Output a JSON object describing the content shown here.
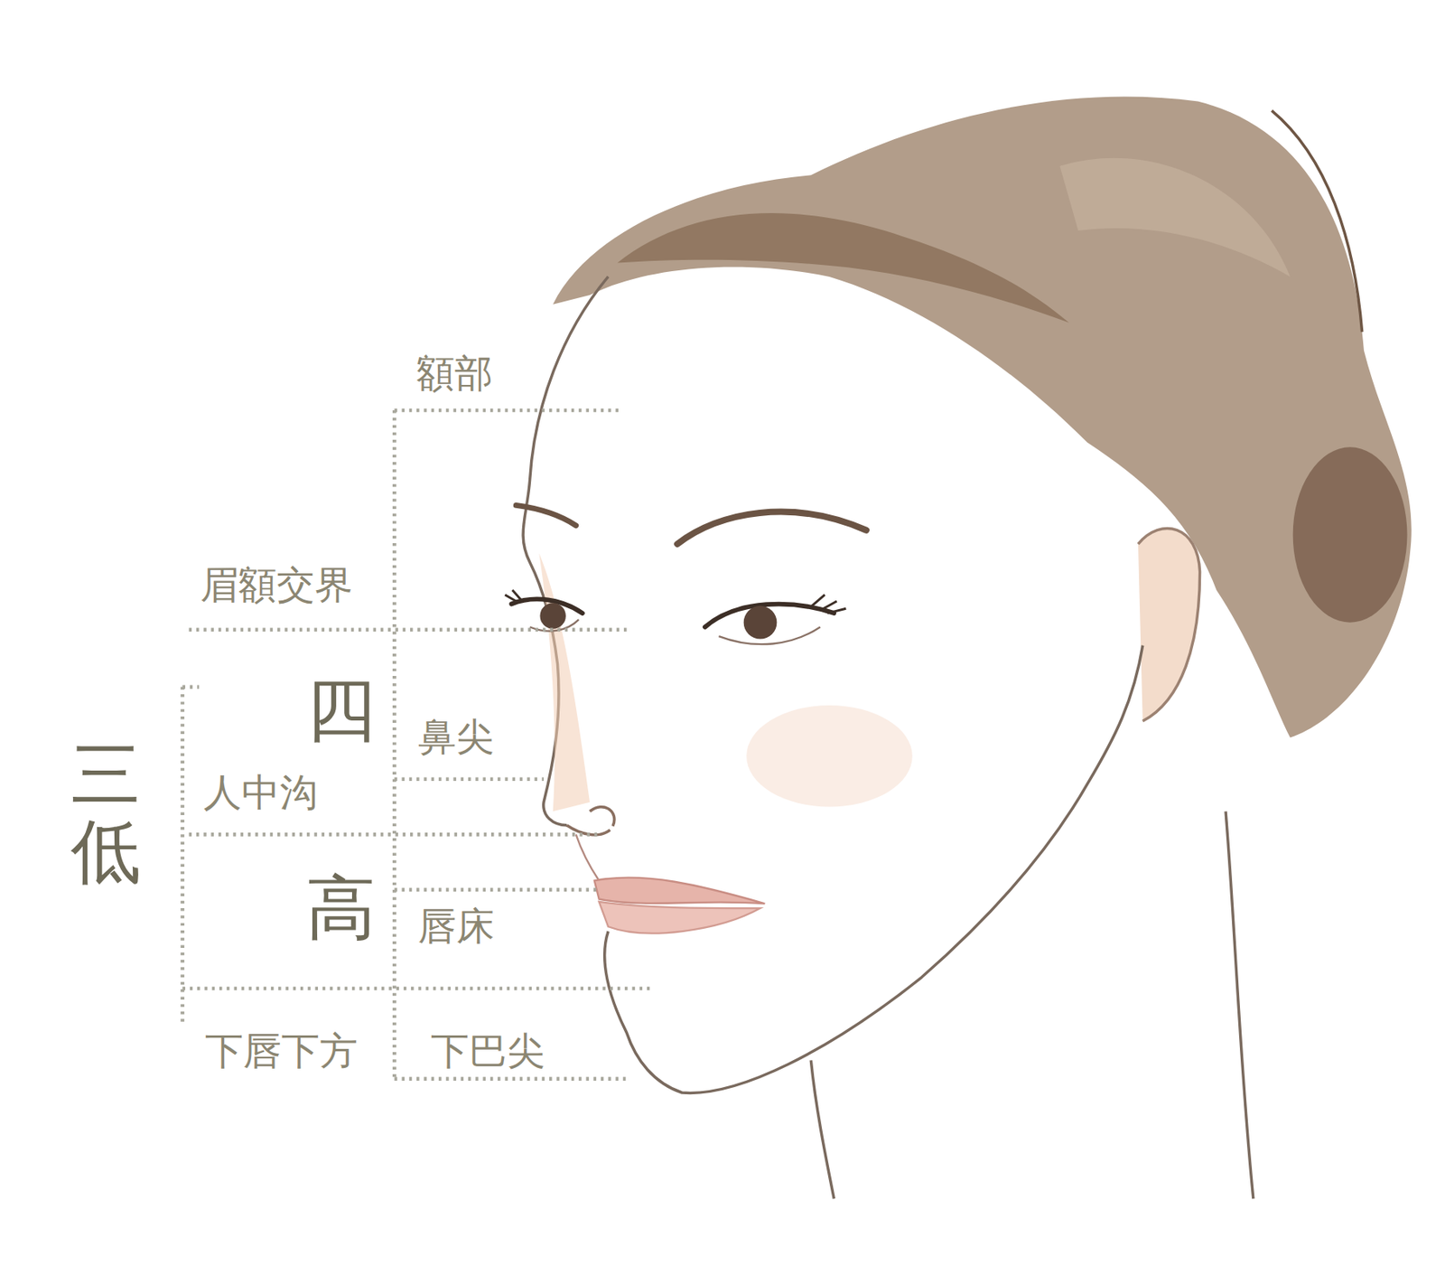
{
  "diagram": {
    "labels": [
      "額部",
      "眉額交界",
      "三低",
      "四",
      "鼻尖",
      "人中沟",
      "高",
      "唇床",
      "下唇下方",
      "下巴尖"
    ]
  }
}
